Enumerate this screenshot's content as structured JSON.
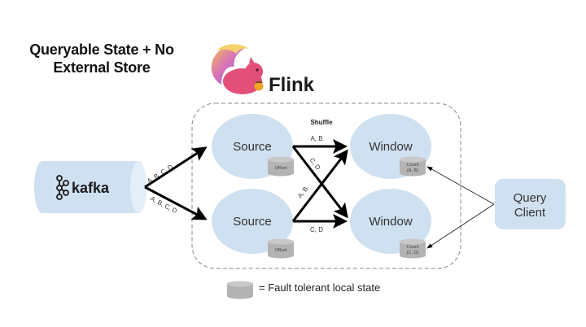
{
  "title": {
    "line1": "Queryable State + No",
    "line2": "External Store"
  },
  "logo": {
    "icon": "flink-squirrel-icon",
    "text": "Flink"
  },
  "diagram": {
    "kafka": {
      "icon": "kafka-logo-icon",
      "label": "kafka"
    },
    "shuffle_label": "Shuffle",
    "sources": [
      {
        "label": "Source",
        "state": "Offset"
      },
      {
        "label": "Source",
        "state": "Offset"
      }
    ],
    "windows": [
      {
        "label": "Window",
        "state_line1": "Count",
        "state_line2": "(A, B)"
      },
      {
        "label": "Window",
        "state_line1": "Count",
        "state_line2": "(C, D)"
      }
    ],
    "edges": {
      "kafka_to_source1": "A, B, C, D",
      "kafka_to_source2": "A, B, C, D",
      "s1_to_w1": "A, B",
      "s1_to_w2": "C, D",
      "s2_to_w1": "A, B",
      "s2_to_w2": "C, D"
    },
    "query_client": {
      "line1": "Query",
      "line2": "Client"
    }
  },
  "legend": {
    "icon": "state-cylinder-icon",
    "text": "= Fault tolerant local state"
  },
  "colors": {
    "node_fill": "#cfe0f1",
    "state_fill": "#b8b8b8",
    "arrow": "#000000",
    "flink_pink": "#e6527a"
  }
}
